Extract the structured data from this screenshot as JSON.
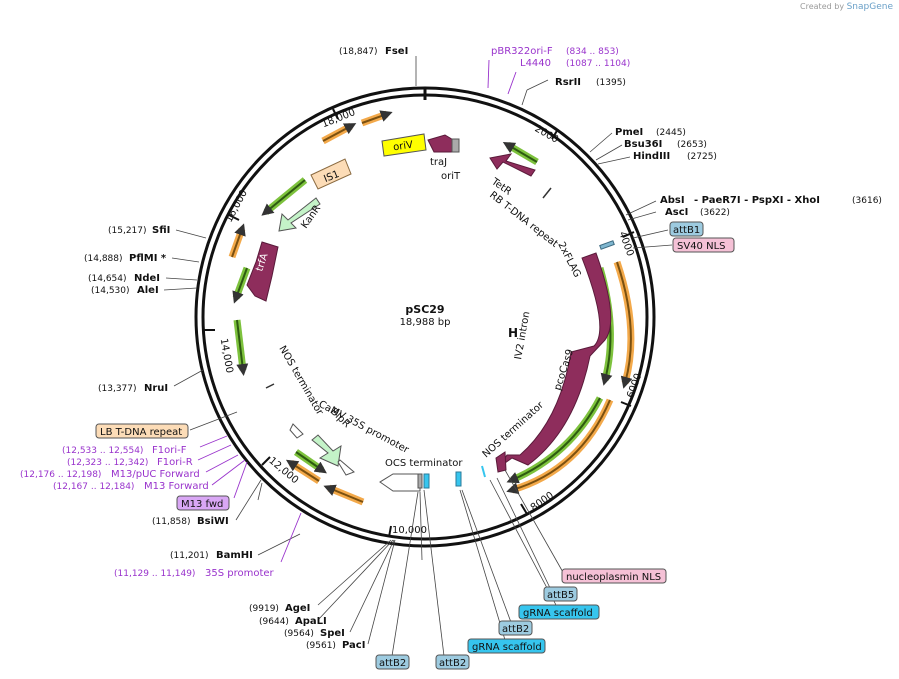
{
  "credit": {
    "prefix": "Created by",
    "brand": "SnapGene"
  },
  "plasmid": {
    "name": "pSC29",
    "size": "18,988 bp"
  },
  "ticks": {
    "t2000": "2000",
    "t4000": "4000",
    "t6000": "6000",
    "t8000": "8000",
    "t10000": "10,000",
    "t12000": "12,000",
    "t14000": "14,000",
    "t16000": "16,000",
    "t18000": "18,000"
  },
  "sites": {
    "fsei": {
      "pos": "(18,847)",
      "name": "FseI"
    },
    "pbr322": {
      "name": "pBR322ori-F",
      "pos": "(834 .. 853)"
    },
    "l4440": {
      "name": "L4440",
      "pos": "(1087 .. 1104)"
    },
    "rsrii": {
      "name": "RsrII",
      "pos": "(1395)"
    },
    "pmei": {
      "name": "PmeI",
      "pos": "(2445)"
    },
    "bsu36i": {
      "name": "Bsu36I",
      "pos": "(2653)"
    },
    "hindiii": {
      "name": "HindIII",
      "pos": "(2725)"
    },
    "absi": {
      "name": "AbsI",
      "more": "- PaeR7I - PspXI - XhoI",
      "pos": "(3616)"
    },
    "asci": {
      "name": "AscI",
      "pos": "(3622)"
    },
    "sfii": {
      "pos": "(15,217)",
      "name": "SfiI"
    },
    "pflmi": {
      "pos": "(14,888)",
      "name": "PflMI *"
    },
    "ndei": {
      "pos": "(14,654)",
      "name": "NdeI"
    },
    "alei": {
      "pos": "(14,530)",
      "name": "AleI"
    },
    "nrui": {
      "pos": "(13,377)",
      "name": "NruI"
    },
    "f1orif": {
      "pos": "(12,533 .. 12,554)",
      "name": "F1ori-F"
    },
    "f1orir": {
      "pos": "(12,323 .. 12,342)",
      "name": "F1ori-R"
    },
    "m13puc": {
      "pos": "(12,176 .. 12,198)",
      "name": "M13/pUC Forward"
    },
    "m13fwd": {
      "pos": "(12,167 .. 12,184)",
      "name": "M13 Forward"
    },
    "bsiwi": {
      "pos": "(11,858)",
      "name": "BsiWI"
    },
    "bamhi": {
      "pos": "(11,201)",
      "name": "BamHI"
    },
    "p35s": {
      "pos": "(11,129 .. 11,149)",
      "name": "35S promoter"
    },
    "agei": {
      "pos": "(9919)",
      "name": "AgeI"
    },
    "apali": {
      "pos": "(9644)",
      "name": "ApaLI"
    },
    "spei": {
      "pos": "(9564)",
      "name": "SpeI"
    },
    "paci": {
      "pos": "(9561)",
      "name": "PacI"
    }
  },
  "boxes": {
    "attb1": "attB1",
    "sv40": "SV40 NLS",
    "lbtdna": "LB T-DNA repeat",
    "m13fwdbox": "M13 fwd",
    "nucleoplasmin": "nucleoplasmin NLS",
    "attb5": "attB5",
    "grna1": "gRNA scaffold",
    "attb2a": "attB2",
    "grna2": "gRNA scaffold",
    "attb2b": "attB2",
    "attb2c": "attB2"
  },
  "features": {
    "oriv": "oriV",
    "traj": "traJ",
    "orit": "oriT",
    "tetr": "TetR",
    "rbtdna": "RB T-DNA repeat",
    "flag": "2xFLAG",
    "iv2": "IV2 intron",
    "pcocas9": "pcoCas9",
    "nosterm1": "NOS terminator",
    "ocsterm": "OCS terminator",
    "cam35s": "CaMV 35S promoter",
    "bar": "BlpR",
    "nosterm2": "NOS terminator",
    "is1": "IS1",
    "kanr": "KanR",
    "trfa": "trfA"
  },
  "colors": {
    "backbone": "#111111",
    "orange_arrow": "#f3a94a",
    "green_arrow": "#7dc23d",
    "maroon": "#8e2d5c",
    "yellow": "#ffff00",
    "enzyme": "#111111",
    "primer": "#9933cc",
    "box_blue": "#9dcbe0",
    "box_pink": "#f5c1d6",
    "box_cyan": "#36c5ee",
    "box_orange": "#fcdcb7",
    "box_violet": "#d9a7f5"
  }
}
